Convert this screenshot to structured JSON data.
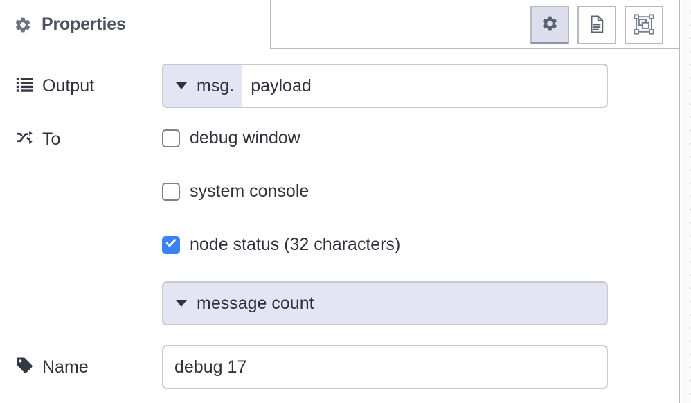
{
  "panel": {
    "tab_title": "Properties",
    "tab_icon": "gear-icon",
    "tab_buttons": [
      {
        "name": "properties-tab-button",
        "icon": "gear-icon",
        "active": true
      },
      {
        "name": "description-tab-button",
        "icon": "document-icon",
        "active": false
      },
      {
        "name": "appearance-tab-button",
        "icon": "appearance-icon",
        "active": false
      }
    ]
  },
  "form": {
    "output": {
      "label": "Output",
      "icon": "list-icon",
      "type_prefix": "msg.",
      "value": "payload",
      "placeholder": ""
    },
    "to": {
      "label": "To",
      "icon": "shuffle-icon",
      "options": [
        {
          "label": "debug window",
          "checked": false
        },
        {
          "label": "system console",
          "checked": false
        },
        {
          "label": "node status (32 characters)",
          "checked": true
        }
      ],
      "status_type": "message count"
    },
    "name": {
      "label": "Name",
      "icon": "tag-icon",
      "value": "debug 17",
      "placeholder": "Name"
    }
  },
  "colors": {
    "accent_blue": "#3b82f6",
    "lavender": "#e3e5f2",
    "border_gray": "#b7bac6",
    "text_dark": "#2e323c",
    "title_gray": "#4a5160"
  }
}
